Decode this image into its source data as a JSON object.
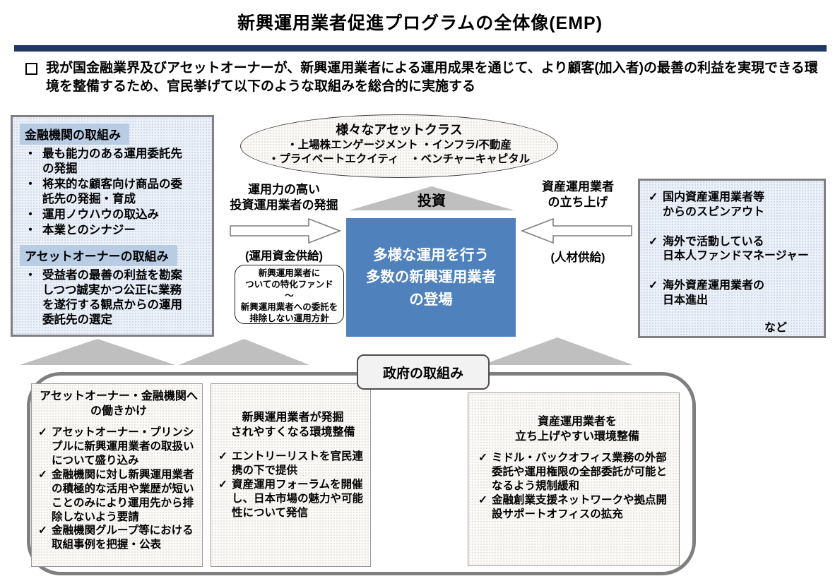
{
  "icons": {
    "check": "✓",
    "bullet": "・"
  },
  "colors": {
    "navy_bar": "#1F3864",
    "center_blue": "#4F81BD",
    "header_highlight": "#B8CCE4",
    "triangle_gray": "#BFBFBF",
    "border_gray": "#808080"
  },
  "header": {
    "title": "新興運用業者促進プログラムの全体像(EMP)"
  },
  "intro": {
    "text": "我が国金融業界及びアセットオーナーが、新興運用業者による運用成果を通じて、より顧客(加入者)の最善の利益を実現できる環境を整備するため、官民挙げて以下のような取組みを総合的に実施する"
  },
  "left_box": {
    "sections": [
      {
        "header": "金融機関の取組み",
        "items": [
          "最も能力のある運用委託先の発掘",
          "将来的な顧客向け商品の委託先の発掘・育成",
          "運用ノウハウの取込み",
          "本業とのシナジー"
        ]
      },
      {
        "header": "アセットオーナーの取組み",
        "items": [
          "受益者の最善の利益を勘案しつつ誠実かつ公正に業務を遂行する観点からの運用委託先の選定"
        ]
      }
    ]
  },
  "ellipse": {
    "title": "様々なアセットクラス",
    "row1": "・上場株エンゲージメント ・インフラ/不動産",
    "row2": "・プライベートエクイティ　・ベンチャーキャピタル"
  },
  "flows": {
    "invest": "投資",
    "left_label": "運用力の高い\n投資運用業者の発掘",
    "left_sub": "(運用資金供給)",
    "note": "新興運用業者に\nついての特化ファンド\n～\n新興運用業者への委託を\n排除しない運用方針",
    "right_label": "資産運用業者\nの立ち上げ",
    "right_sub": "(人材供給)"
  },
  "center_box": {
    "text": "多様な運用を行う\n多数の新興運用業者\nの登場"
  },
  "right_box": {
    "items": [
      "国内資産運用業者等\nからのスピンアウト",
      "海外で活動している\n日本人ファンドマネージャー",
      "海外資産運用業者の\n日本進出"
    ],
    "etc": "など"
  },
  "government": {
    "label": "政府の取組み",
    "boxes": [
      {
        "title": "アセットオーナー・金融機関へ\nの働きかけ",
        "items": [
          "アセットオーナー・プリンシプルに新興運用業者の取扱いについて盛り込み",
          "金融機関に対し新興運用業者の積極的な活用や業歴が短いことのみにより運用先から排除しないよう要請",
          "金融機関グループ等における取組事例を把握・公表"
        ]
      },
      {
        "title": "新興運用業者が発掘\nされやすくなる環境整備",
        "items": [
          "エントリーリストを官民連携の下で提供",
          "資産運用フォーラムを開催し、日本市場の魅力や可能性について発信"
        ]
      },
      {
        "title": "資産運用業者を\n立ち上げやすい環境整備",
        "items": [
          "ミドル・バックオフィス業務の外部委託や運用権限の全部委託が可能となるよう規制緩和",
          "金融創業支援ネットワークや拠点開設サポートオフィスの拡充"
        ]
      }
    ]
  }
}
